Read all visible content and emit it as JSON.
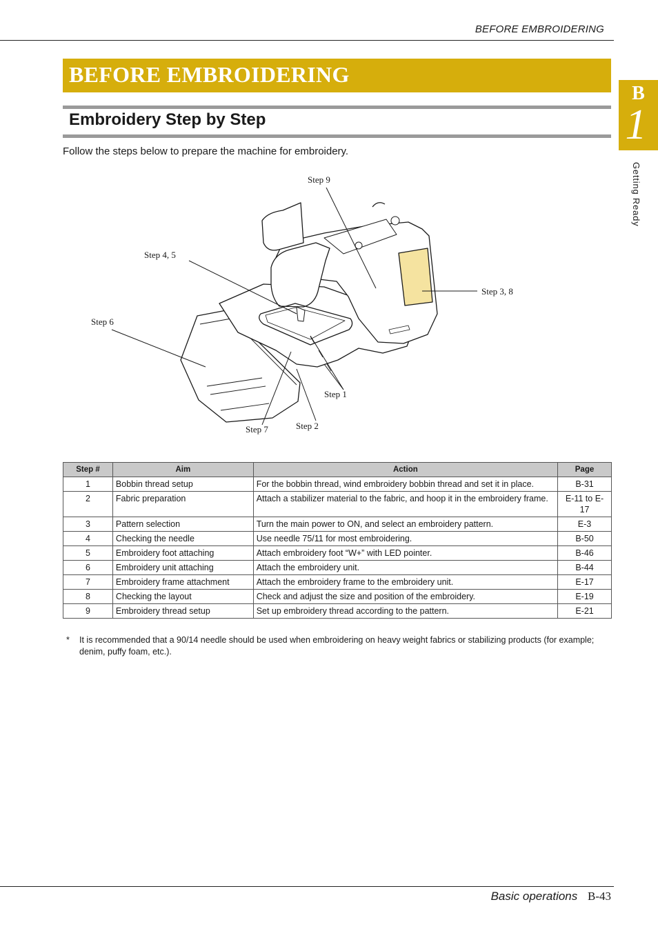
{
  "header": {
    "running_head": "BEFORE EMBROIDERING"
  },
  "banner": {
    "title": "BEFORE EMBROIDERING"
  },
  "section": {
    "title": "Embroidery Step by Step",
    "intro": "Follow the steps below to prepare the machine for embroidery."
  },
  "chapter_tab": {
    "letter": "B",
    "number": "1",
    "label": "Getting Ready"
  },
  "diagram": {
    "callouts": {
      "step9": "Step 9",
      "step45": "Step 4, 5",
      "step6": "Step 6",
      "step38": "Step 3, 8",
      "step1": "Step 1",
      "step2": "Step 2",
      "step7": "Step 7"
    }
  },
  "table": {
    "headers": [
      "Step #",
      "Aim",
      "Action",
      "Page"
    ],
    "rows": [
      [
        "1",
        "Bobbin thread setup",
        "For the bobbin thread, wind embroidery bobbin thread and set it in place.",
        "B-31"
      ],
      [
        "2",
        "Fabric preparation",
        "Attach a stabilizer material to the fabric, and hoop it in the embroidery frame.",
        "E-11 to E-17"
      ],
      [
        "3",
        "Pattern selection",
        "Turn the main power to ON, and select an embroidery pattern.",
        "E-3"
      ],
      [
        "4",
        "Checking the needle",
        "Use needle 75/11 for most embroidering.",
        "B-50"
      ],
      [
        "5",
        "Embroidery foot attaching",
        "Attach embroidery foot “W+” with LED pointer.",
        "B-46"
      ],
      [
        "6",
        "Embroidery unit attaching",
        "Attach the embroidery unit.",
        "B-44"
      ],
      [
        "7",
        "Embroidery frame attachment",
        "Attach the embroidery frame to the embroidery unit.",
        "E-17"
      ],
      [
        "8",
        "Checking the layout",
        "Check and adjust the size and position of the embroidery.",
        "E-19"
      ],
      [
        "9",
        "Embroidery thread setup",
        "Set up embroidery thread according to the pattern.",
        "E-21"
      ]
    ]
  },
  "footnote": {
    "mark": "*",
    "text": "It is recommended that a 90/14 needle should be used when embroidering on heavy weight fabrics or stabilizing products (for example; denim, puffy foam, etc.)."
  },
  "footer": {
    "section": "Basic operations",
    "page": "B-43"
  },
  "colors": {
    "accent": "#d6ae0c",
    "rule": "#9a9a9a",
    "table_header": "#c9c9c9",
    "screen": "#f5e3a0"
  }
}
